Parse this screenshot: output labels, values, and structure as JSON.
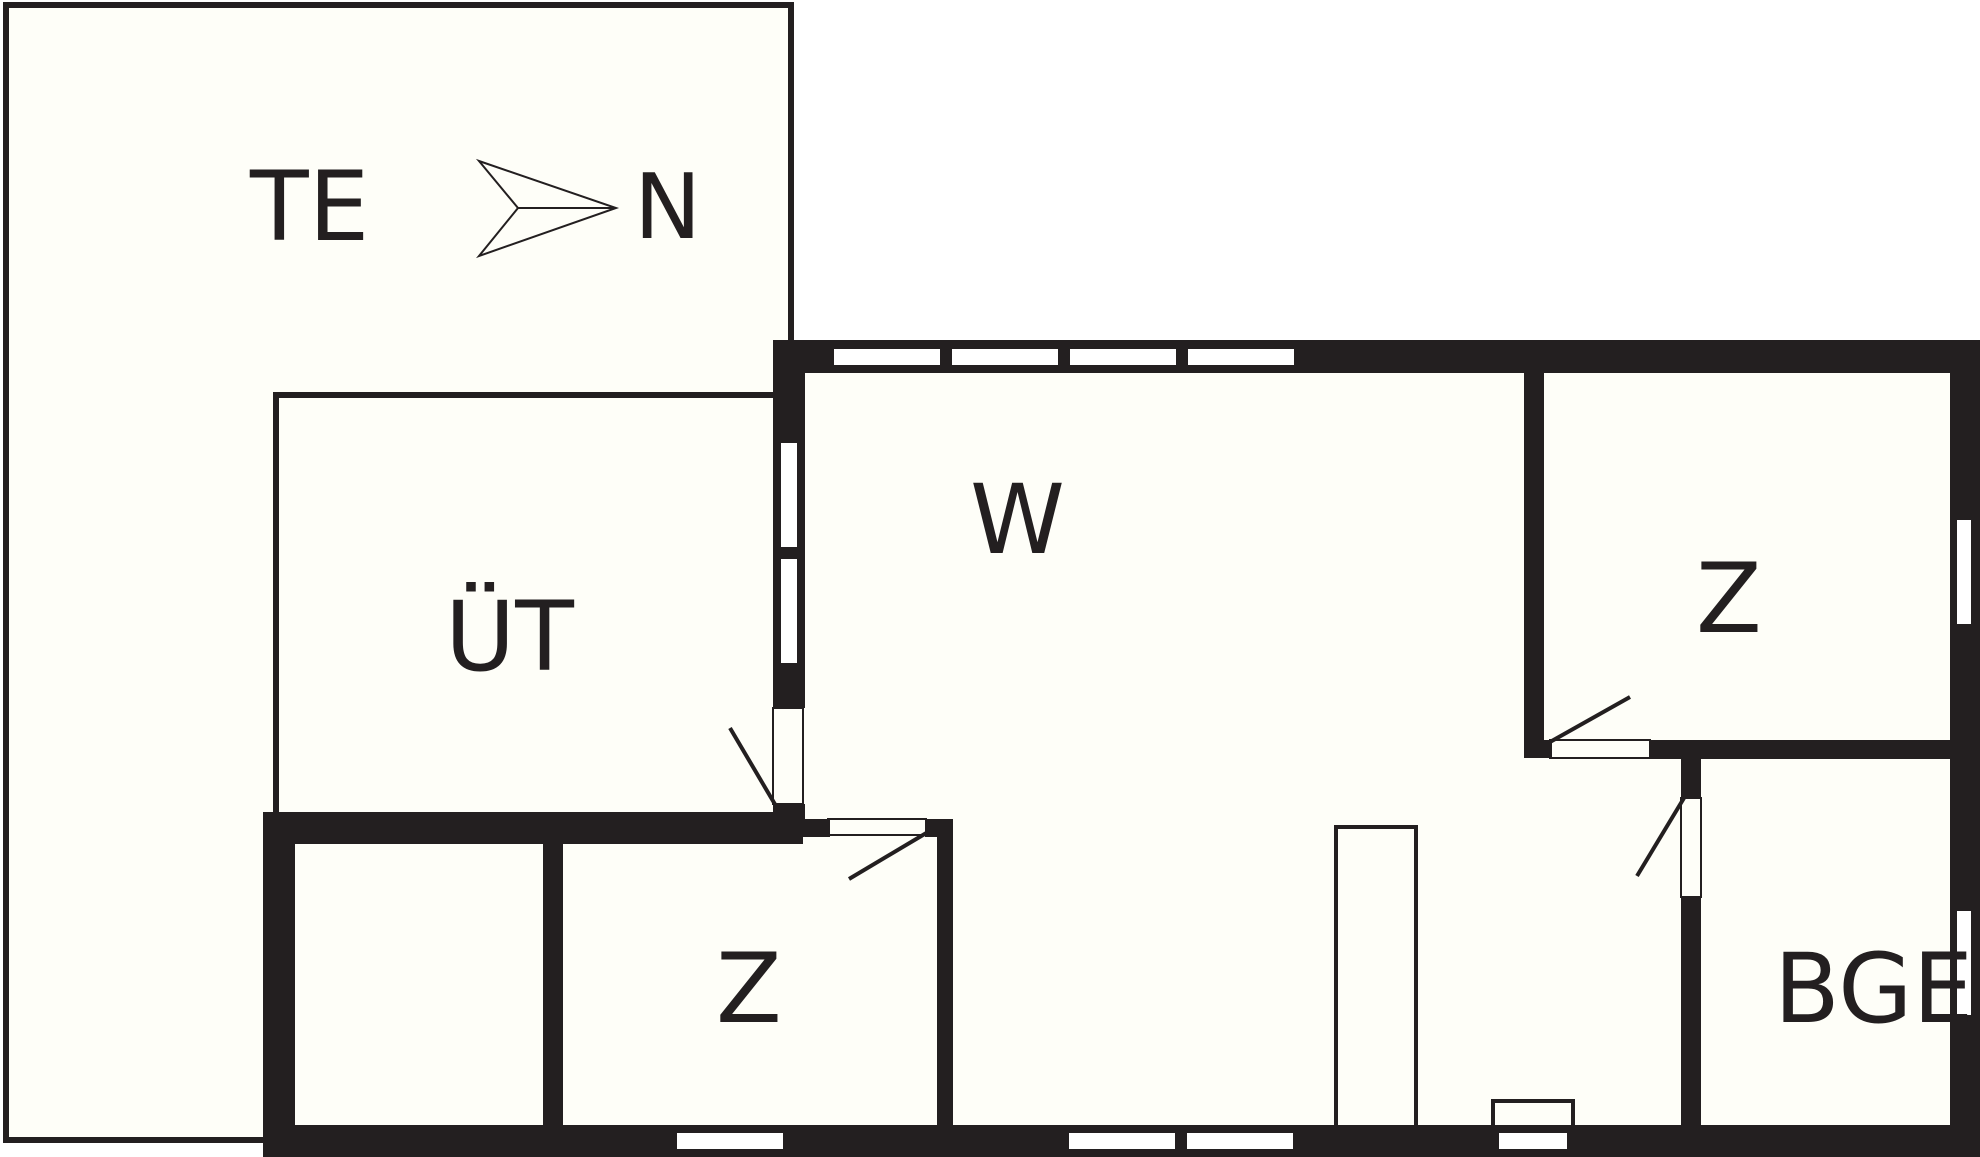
{
  "rooms": {
    "terrace": "TE",
    "entrance": "ÜT",
    "living": "W",
    "bedroom_right": "Z",
    "bedroom_bottom": "Z",
    "bathroom": "BGE"
  },
  "compass": {
    "label": "N",
    "icon": "north-arrow-icon"
  },
  "colors": {
    "wall": "#231f20",
    "floor": "#fefef8",
    "background": "#ffffff"
  }
}
